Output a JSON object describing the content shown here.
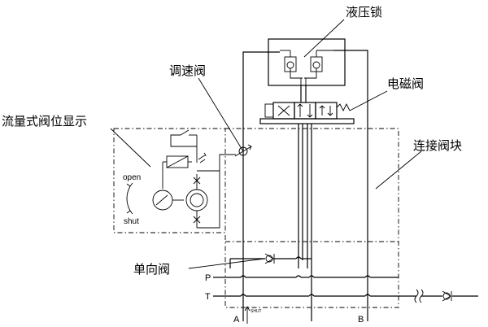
{
  "labels": {
    "hydraulic_lock": "液压锁",
    "speed_valve": "调速阀",
    "solenoid_valve": "电磁阀",
    "flow_indicator": "流量式阀位显示",
    "connection_block": "连接阀块",
    "check_valve": "单向阀",
    "open": "open",
    "shut": "shut",
    "port_p": "P",
    "port_t": "T",
    "port_a": "A",
    "port_b": "B",
    "port_a_sub": "SHUT"
  }
}
